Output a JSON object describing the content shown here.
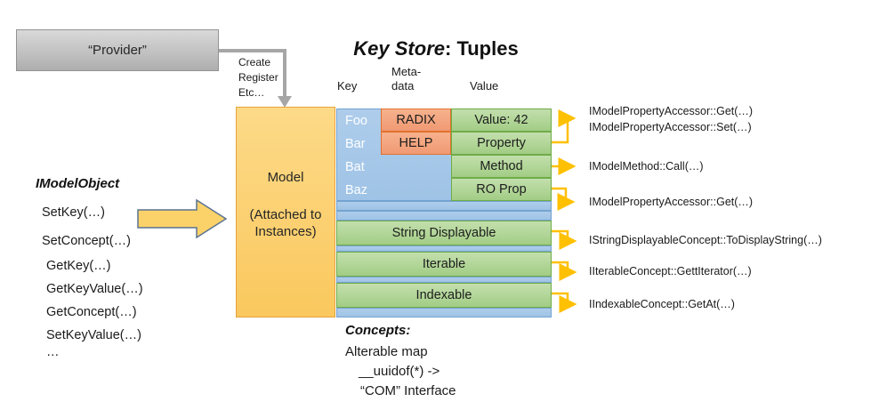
{
  "provider": {
    "label": "“Provider”"
  },
  "provider_arrow": {
    "lines": [
      "Create",
      "Register",
      "Etc…"
    ]
  },
  "title": {
    "emphasis": "Key Store",
    "rest": ": Tuples"
  },
  "columns": {
    "key": "Key",
    "meta_line1": "Meta-",
    "meta_line2": "data",
    "value": "Value"
  },
  "model": {
    "title": "Model",
    "subtitle": "(Attached to Instances)"
  },
  "table": {
    "keys": [
      "Foo",
      "Bar",
      "Bat",
      "Baz"
    ],
    "metadata": [
      "RADIX",
      "HELP"
    ],
    "values": [
      "Value: 42",
      "Property",
      "Method",
      "RO Prop"
    ],
    "concepts": [
      "String Displayable",
      "Iterable",
      "Indexable"
    ]
  },
  "left_panel": {
    "heading": "IModelObject",
    "items": [
      "SetKey(…)",
      "SetConcept(…)",
      "GetKey(…)",
      "GetKeyValue(…)",
      "GetConcept(…)",
      "SetKeyValue(…)",
      "…"
    ]
  },
  "callouts": [
    "IModelPropertyAccessor::Get(…)",
    "IModelPropertyAccessor::Set(…)",
    "IModelMethod::Call(…)",
    "IModelPropertyAccessor::Get(…)",
    "IStringDisplayableConcept::ToDisplayString(…)",
    "IIterableConcept::GettIterator(…)",
    "IIndexableConcept::GetAt(…)"
  ],
  "footer": {
    "heading": "Concepts:",
    "lines": [
      "Alterable map",
      "__uuidof(*) ->",
      "“COM” Interface"
    ]
  },
  "colors": {
    "model_fill": "#FBCD66",
    "model_border": "#E5A33C",
    "key_panel_fill": "#A6C9E9",
    "key_panel_border": "#74A3CF",
    "value_fill": "#ACD391",
    "value_border": "#70AD47",
    "meta_fill": "#F3A881",
    "meta_border": "#E2702E",
    "provider_fill": "#C9C9C9",
    "provider_border": "#929292",
    "connector_gray": "#A6A6A6",
    "arrow_yellow": "#FFC000",
    "block_arrow_fill": "#FBD269",
    "block_arrow_border": "#5B7393"
  }
}
